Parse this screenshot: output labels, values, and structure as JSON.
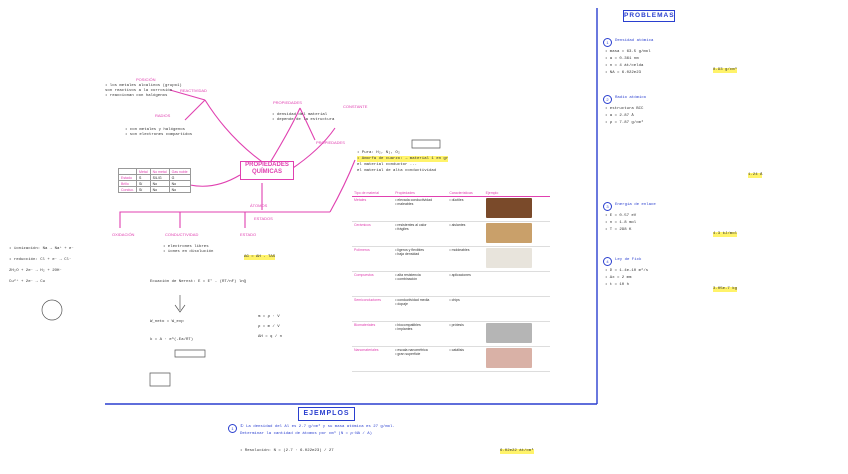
{
  "sections": {
    "problems_title": "PROBLEMAS",
    "examples_title": "EJEMPLOS"
  },
  "mindmap": {
    "central": "PROPIEDADES QUÍMICAS",
    "branches": [
      "REACTIVIDAD",
      "PROPIEDADES",
      "PROPIEDADES",
      "POSICIÓN",
      "RADIOS",
      "OXIDACIÓN",
      "CONDUCTIVIDAD",
      "ESTADO",
      "CONSTANTE"
    ],
    "center_labels": [
      "ÁTOMOS",
      "ESTADOS"
    ]
  },
  "notes": {
    "left_top": [
      "• los metales alcalinos (grupo1)",
      "  son reactivos a la corrosión",
      "• reaccionan con halógenos"
    ],
    "left_mid": [
      "• con metales y halógenos",
      "• son electrones compartidos"
    ],
    "left_bottom": [
      "• ionización: Na → Na⁺ + e⁻",
      "• reducción: Cl + e⁻ → Cl⁻",
      "2H₂O + 2e⁻ → H₂ + 2OH⁻",
      "Cu²⁺ + 2e⁻ → Cu"
    ],
    "center_note": [
      "• densidad del material",
      "• depende de la estructura"
    ],
    "conductivity": [
      "• electrones libres",
      "• iones en disolución"
    ],
    "right_of_center": [
      "• Pura: H₂, N₂, O₂",
      "• Amorfa de cuarzo: → material 1 en gr",
      "  el material conductor ...",
      "  el material de alta conductividad"
    ],
    "state_notes": [
      "m = ρ · V",
      "ρ = m / V",
      "ΔH = q / n"
    ],
    "mid_highlight": "ΔG = ΔH - TΔS",
    "mid_formula_1": "Ecuación de Nernst: E = E° - (RT/nF) lnQ",
    "mid_formula_2": "W_neto = W_exp",
    "mid_formula_3": "k = A · e^(-Ea/RT)"
  },
  "small_table": {
    "headers": [
      "",
      "Metal",
      "No metal",
      "Gas noble"
    ],
    "rows": [
      [
        "Estado",
        "S",
        "S/L/G",
        "G"
      ],
      [
        "Brillo",
        "Sí",
        "No",
        "No"
      ],
      [
        "Conduc.",
        "Sí",
        "No",
        "No"
      ]
    ]
  },
  "properties_table": {
    "headers": [
      "Tipo de material",
      "Propiedades",
      "Características",
      "Ejemplo"
    ],
    "rows": [
      {
        "cat": "Metales",
        "p1": "• elevada conductividad",
        "p2": "• maleables",
        "p3": "• dúctiles",
        "color": "#7a4a2a"
      },
      {
        "cat": "Cerámicos",
        "p1": "• resistentes al calor",
        "p2": "• frágiles",
        "p3": "• aislantes",
        "color": "#c9a06a"
      },
      {
        "cat": "Polímeros",
        "p1": "• ligeros y flexibles",
        "p2": "• baja densidad",
        "p3": "• moldeables",
        "color": "#e8e4dc"
      },
      {
        "cat": "Compuestos",
        "p1": "• alta resistencia",
        "p2": "• combinación",
        "p3": "• aplicaciones",
        "color": "#ffffff"
      },
      {
        "cat": "Semiconductores",
        "p1": "• conductividad media",
        "p2": "• dopaje",
        "p3": "• chips",
        "color": "#ffffff"
      },
      {
        "cat": "Biomateriales",
        "p1": "• biocompatibles",
        "p2": "• implantes",
        "p3": "• prótesis",
        "color": "#b5b5b5"
      },
      {
        "cat": "Nanomateriales",
        "p1": "• escala nanométrica",
        "p2": "• gran superficie",
        "p3": "• catálisis",
        "color": "#d9b1a6"
      }
    ]
  },
  "problems": [
    {
      "num": "1",
      "title": "Densidad atómica",
      "given": [
        "• masa = 63.5 g/mol",
        "• a = 0.361 nm",
        "• n = 4 át/celda",
        "• NA = 6.022e23"
      ],
      "result": "8.93 g/cm³"
    },
    {
      "num": "2",
      "title": "Radio atómico",
      "given": [
        "• estructura BCC",
        "• a = 2.87 Å",
        "• ρ = 7.87 g/cm³"
      ],
      "result": "1.24 Å"
    },
    {
      "num": "3",
      "title": "Energía de enlace",
      "given": [
        "• E = 0.57 eV",
        "• n = 1.8 mol",
        "• T = 298 K"
      ],
      "result": "4.3 kJ/mol"
    },
    {
      "num": "4",
      "title": "Ley de Fick",
      "given": [
        "• D = 1.4e-10 m²/s",
        "• Δx = 2 mm",
        "• t = 10 h"
      ],
      "result": "3.05e-7 kg"
    }
  ],
  "example": {
    "line1": "① La densidad del Al es 2.7 g/cm³ y su masa atómica es 27 g/mol.",
    "line2": "Determinar la cantidad de átomos por cm³ (N = ρ·NA / A)",
    "line3": "• Resolución: N = (2.7 · 6.022e23) / 27",
    "result": "6.02e22 át/cm³"
  }
}
